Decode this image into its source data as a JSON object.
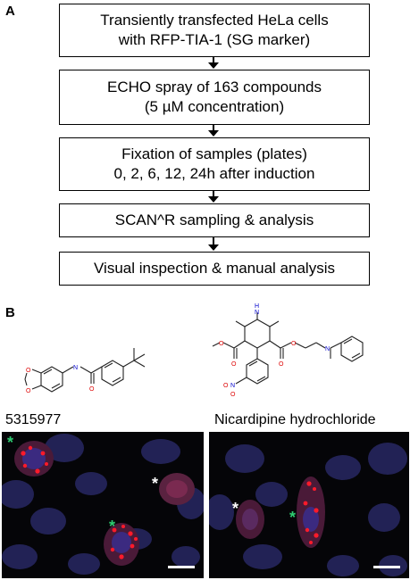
{
  "panel_a_label": "A",
  "panel_b_label": "B",
  "flow_steps": [
    {
      "line1": "Transiently transfected HeLa cells",
      "line2": "with RFP-TIA-1 (SG marker)"
    },
    {
      "line1": "ECHO spray of 163 compounds",
      "line2": "(5 µM concentration)"
    },
    {
      "line1": "Fixation of samples (plates)",
      "line2": "0, 2, 6, 12, 24h after induction"
    },
    {
      "line1": "SCAN^R sampling & analysis",
      "line2": ""
    },
    {
      "line1": "Visual inspection & manual analysis",
      "line2": ""
    }
  ],
  "compounds": [
    {
      "name": "5315977"
    },
    {
      "name": "Nicardipine hydrochloride"
    }
  ],
  "chem_atoms": {
    "o_label": "O",
    "n_label": "N",
    "nh_label": "N",
    "h_label": "H",
    "no2_label": "O"
  },
  "markers": {
    "white_asterisk": "*",
    "green_asterisk": "*"
  },
  "colors": {
    "nucleus": "#2a2a7a",
    "stress_granule": "#ff1a2a",
    "cytoplasm": "#5a2040",
    "green_marker": "#2ecc71",
    "white_marker": "#ffffff"
  }
}
